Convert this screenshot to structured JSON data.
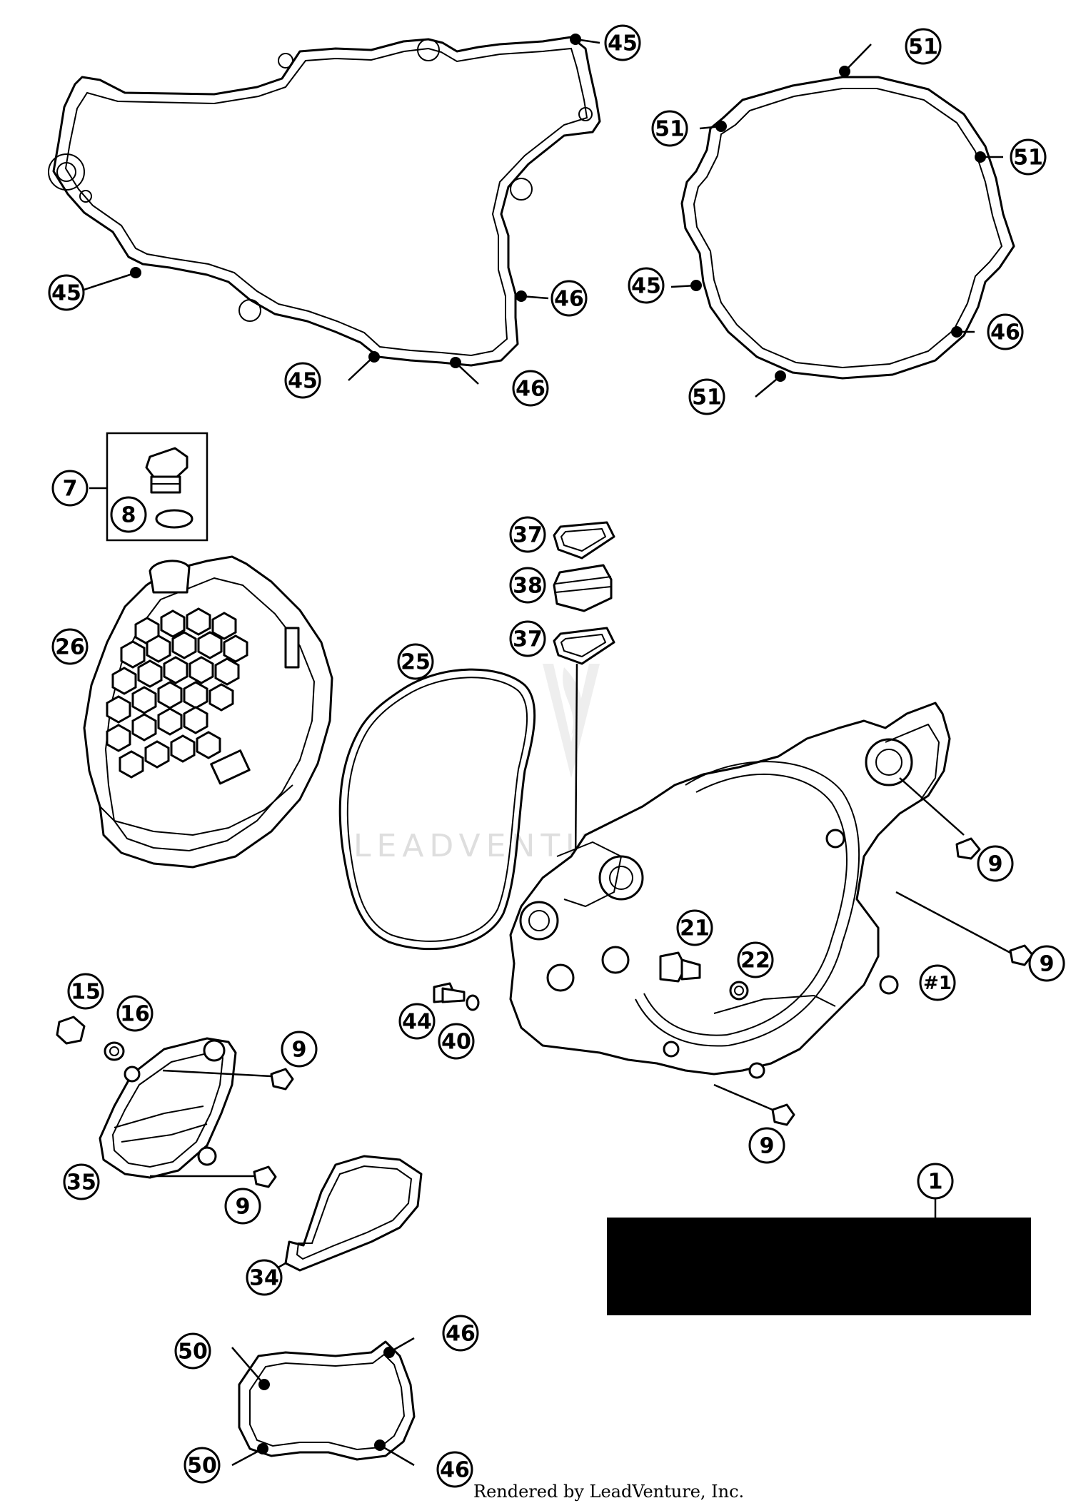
{
  "callouts": {
    "c45_top": "45",
    "c45_left": "45",
    "c46_mid": "46",
    "c45_bottom": "45",
    "c46_bottom": "46",
    "c51_top": "51",
    "c51_left": "51",
    "c51_right": "51",
    "c45_right": "45",
    "c46_right": "46",
    "c51_bottom": "51",
    "c7": "7",
    "c8": "8",
    "c26": "26",
    "c25": "25",
    "c37_top": "37",
    "c38": "38",
    "c37_bottom": "37",
    "c9_a": "9",
    "c9_b": "9",
    "c21": "21",
    "c22": "22",
    "c_h1": "#1",
    "c15": "15",
    "c16": "16",
    "c44": "44",
    "c40": "40",
    "c9_c": "9",
    "c9_d": "9",
    "c35": "35",
    "c9_e": "9",
    "c34": "34",
    "c1": "1",
    "c50_top": "50",
    "c46_wp_top": "46",
    "c50_bottom": "50",
    "c46_wp_bottom": "46"
  },
  "watermark": "LEADVENTURE",
  "credit": "Rendered by LeadVenture, Inc.",
  "colors": {
    "line": "#000000",
    "background": "#ffffff",
    "label_box": "#000000",
    "watermark": "#dedede"
  }
}
